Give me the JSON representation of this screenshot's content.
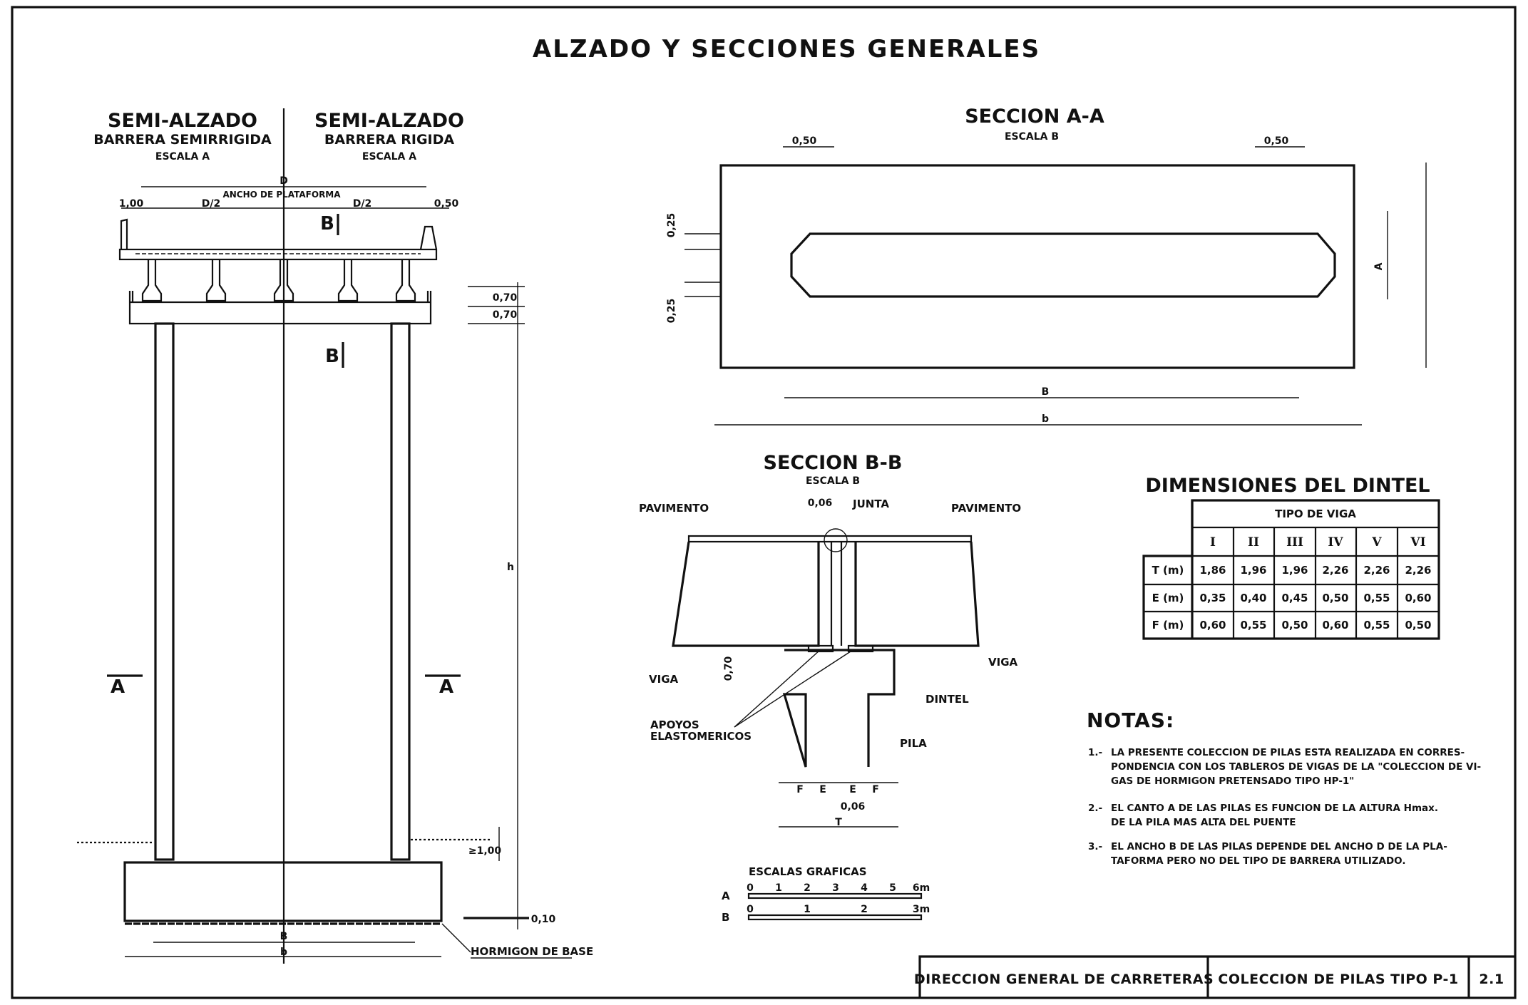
{
  "title": "ALZADO Y SECCIONES GENERALES",
  "elevation": {
    "left_heading": "SEMI-ALZADO",
    "left_subheading": "BARRERA SEMIRRIGIDA",
    "left_scale": "ESCALA A",
    "right_heading": "SEMI-ALZADO",
    "right_subheading": "BARRERA RIGIDA",
    "right_scale": "ESCALA A",
    "dim_D": "D",
    "ancho_plataforma": "ANCHO DE PLATAFORMA",
    "dim_100": "1,00",
    "dim_D2_left": "D/2",
    "dim_D2_right": "D/2",
    "dim_050": "0,50",
    "cut_B": "B",
    "cut_A": "A",
    "dim_070_a": "0,70",
    "dim_070_b": "0,70",
    "dim_h": "h",
    "dim_100_ground": "≥1,00",
    "dim_010": "0,10",
    "dim_B_base": "B",
    "dim_b_base": "b",
    "hormigon_base": "HORMIGON DE BASE"
  },
  "section_aa": {
    "heading": "SECCION A-A",
    "scale": "ESCALA B",
    "dim_050_left": "0,50",
    "dim_050_right": "0,50",
    "dim_025_top": "0,25",
    "dim_025_bottom": "0,25",
    "dim_A": "A",
    "dim_B": "B",
    "dim_b": "b"
  },
  "section_bb": {
    "heading": "SECCION B-B",
    "scale": "ESCALA B",
    "pavimento_left": "PAVIMENTO",
    "pavimento_right": "PAVIMENTO",
    "dim_006_top": "0,06",
    "junta": "JUNTA",
    "viga_left": "VIGA",
    "viga_right": "VIGA",
    "dim_070": "0,70",
    "dintel": "DINTEL",
    "apoyos": "APOYOS",
    "elastomericos": "ELASTOMERICOS",
    "pila": "PILA",
    "dims_bottom": [
      "F",
      "E",
      "E",
      "F"
    ],
    "dim_006_bottom": "0,06",
    "dim_T": "T"
  },
  "scales": {
    "heading": "ESCALAS GRAFICAS",
    "scale_a_label": "A",
    "scale_a_ticks": [
      "0",
      "1",
      "2",
      "3",
      "4",
      "5",
      "6m"
    ],
    "scale_b_label": "B",
    "scale_b_ticks": [
      "0",
      "1",
      "2",
      "3m"
    ]
  },
  "dimensions_table": {
    "heading": "DIMENSIONES DEL DINTEL",
    "group_header": "TIPO DE VIGA",
    "columns": [
      "I",
      "II",
      "III",
      "IV",
      "V",
      "VI"
    ],
    "rows": [
      {
        "label": "T (m)",
        "values": [
          "1,86",
          "1,96",
          "1,96",
          "2,26",
          "2,26",
          "2,26"
        ]
      },
      {
        "label": "E (m)",
        "values": [
          "0,35",
          "0,40",
          "0,45",
          "0,50",
          "0,55",
          "0,60"
        ]
      },
      {
        "label": "F (m)",
        "values": [
          "0,60",
          "0,55",
          "0,50",
          "0,60",
          "0,55",
          "0,50"
        ]
      }
    ]
  },
  "notes": {
    "heading": "NOTAS:",
    "note1_num": "1.-",
    "note1_line1": "LA PRESENTE COLECCION DE PILAS ESTA REALIZADA EN CORRES-",
    "note1_line2": "PONDENCIA CON LOS TABLEROS DE VIGAS DE LA \"COLECCION DE VI-",
    "note1_line3": "GAS DE HORMIGON PRETENSADO TIPO HP-1\"",
    "note2_num": "2.-",
    "note2_line1": "EL CANTO A DE LAS PILAS ES FUNCION DE LA ALTURA Hmax.",
    "note2_line2": "DE LA PILA MAS ALTA DEL PUENTE",
    "note3_num": "3.-",
    "note3_line1": "EL ANCHO B DE LAS PILAS DEPENDE DEL ANCHO D DE LA PLA-",
    "note3_line2": "TAFORMA PERO NO DEL TIPO DE BARRERA UTILIZADO."
  },
  "footer": {
    "org": "DIRECCION GENERAL DE CARRETERAS",
    "collection": "COLECCION DE PILAS TIPO P-1",
    "sheet": "2.1"
  }
}
